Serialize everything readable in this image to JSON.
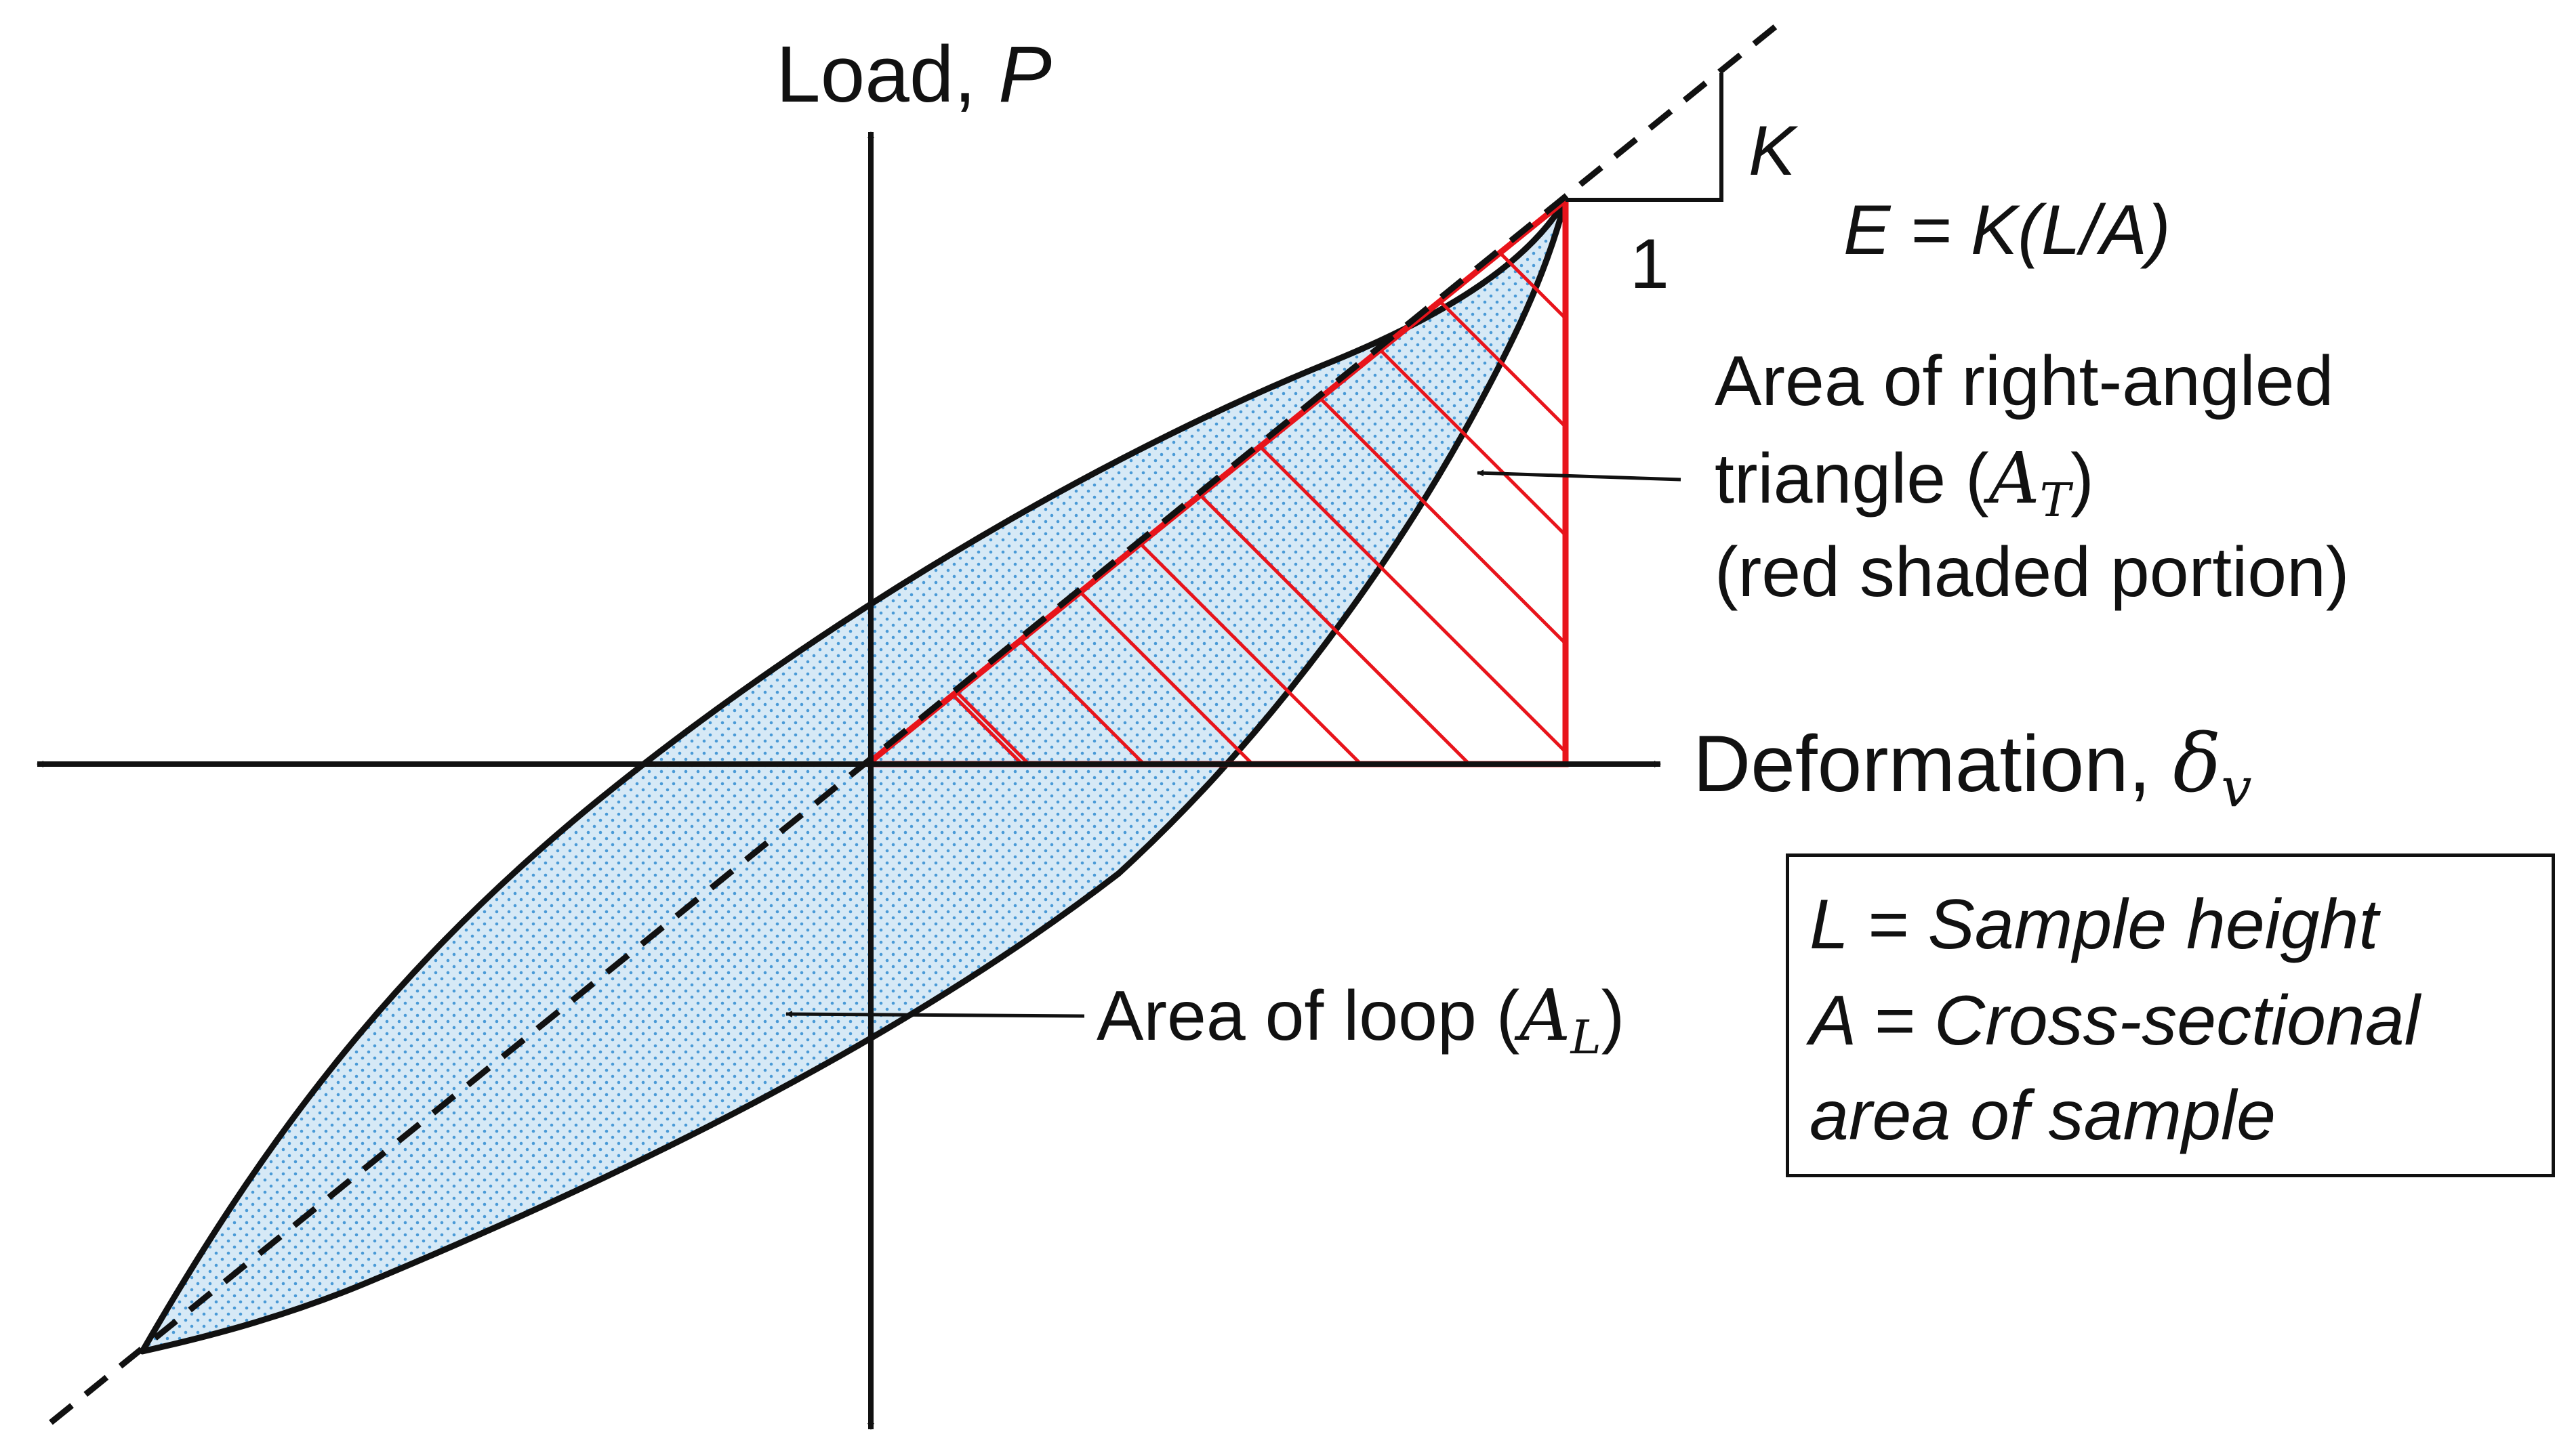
{
  "diagram": {
    "y_axis_label": "Load, ",
    "y_axis_symbol": "P",
    "x_axis_label": "Deformation, ",
    "x_axis_symbol": "δ",
    "x_axis_subscript": "v",
    "slope_label": "K",
    "slope_run_label": "1",
    "modulus_formula": "E = K(L/A)",
    "triangle_annotation": {
      "line1": "Area of right-angled",
      "line2_text": "triangle (",
      "line2_symbol": "A",
      "line2_subscript": "T",
      "line2_close": ")",
      "line3": "(red shaded portion)"
    },
    "loop_annotation": {
      "text": "Area of loop (",
      "symbol": "A",
      "subscript": "L",
      "close": ")"
    },
    "legend": {
      "line1": "L = Sample height",
      "line2": "A = Cross-sectional",
      "line3": "area of sample"
    },
    "colors": {
      "loop_fill": "#c9e2f3",
      "loop_dots": "#4a9ad6",
      "triangle": "#e8141b",
      "outline": "#111111"
    }
  }
}
